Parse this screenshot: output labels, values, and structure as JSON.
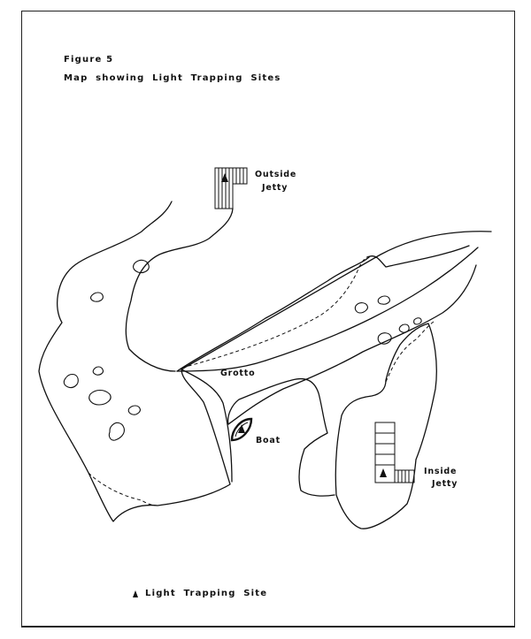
{
  "figure": {
    "number_label": "Figure 5",
    "title": "Map showing Light Trapping Sites"
  },
  "map_labels": {
    "outside_jetty_line1": "Outside",
    "outside_jetty_line2": "Jetty",
    "grotto": "Grotto",
    "boat": "Boat",
    "inside_jetty_line1": "Inside",
    "inside_jetty_line2": "Jetty"
  },
  "legend": {
    "symbol": "triangle",
    "label": "Light Trapping Site"
  },
  "light_trapping_sites": [
    "Outside Jetty",
    "Boat",
    "Inside Jetty"
  ],
  "colors": {
    "ink": "#111111",
    "paper": "#ffffff"
  }
}
